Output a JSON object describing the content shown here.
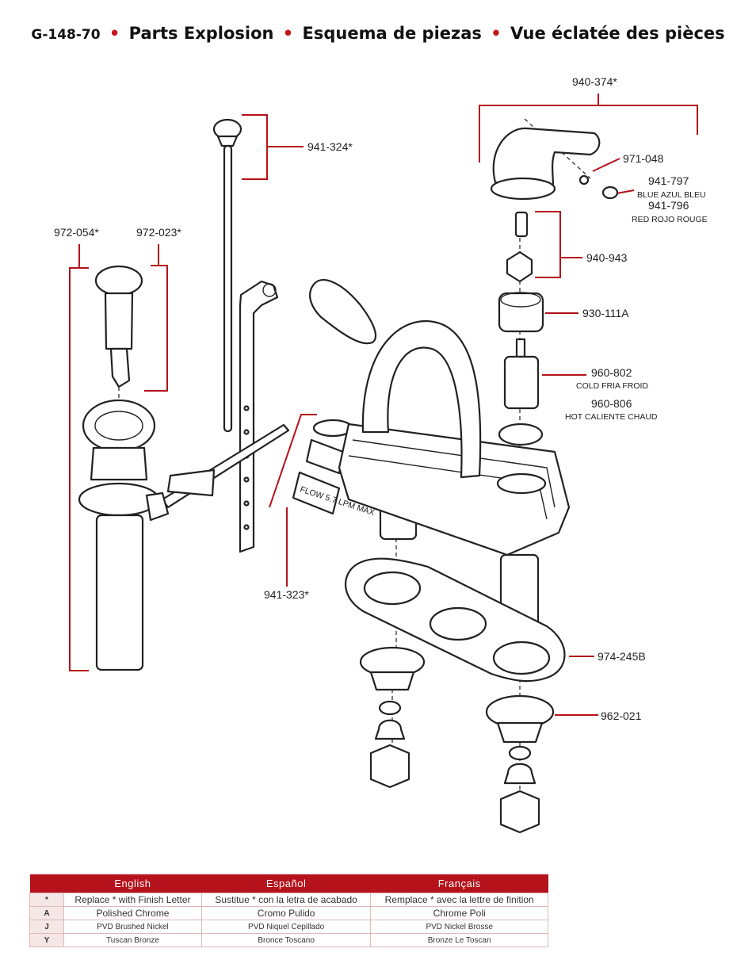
{
  "title": {
    "model": "G-148-70",
    "en": "Parts Explosion",
    "es": "Esquema de piezas",
    "fr": "Vue éclatée des pièces",
    "separator": "•"
  },
  "parts": {
    "p940_374": "940-374*",
    "p941_324": "941-324*",
    "p971_048": "971-048",
    "p941_797": "941-797",
    "p941_797_sub": "BLUE AZUL BLEU",
    "p941_796": "941-796",
    "p941_796_sub": "RED ROJO ROUGE",
    "p972_054": "972-054*",
    "p972_023": "972-023*",
    "p940_943": "940-943",
    "p930_111A": "930-111A",
    "p960_802": "960-802",
    "p960_802_sub": "COLD FRIA FROID",
    "p960_806": "960-806",
    "p960_806_sub": "HOT CALIENTE CHAUD",
    "p941_323": "941-323*",
    "p974_245B": "974-245B",
    "p962_021": "962-021",
    "aerator_text": "FLOW 5.7 LPM MAX"
  },
  "finish_table": {
    "headers": [
      "English",
      "Español",
      "Français"
    ],
    "rows": [
      {
        "code": "*",
        "en": "Replace * with Finish Letter",
        "es": "Sustitue * con la letra de acabado",
        "fr": "Remplace * avec la lettre de finition"
      },
      {
        "code": "A",
        "en": "Polished Chrome",
        "es": "Cromo Pulido",
        "fr": "Chrome Poli"
      },
      {
        "code": "J",
        "en": "PVD Brushed Nickel",
        "es": "PVD Niquel Cepillado",
        "fr": "PVD Nickel Brosse"
      },
      {
        "code": "Y",
        "en": "Tuscan Bronze",
        "es": "Bronce Toscano",
        "fr": "Bronze Le Toscan"
      }
    ]
  },
  "colors": {
    "accent": "#b5121b",
    "line": "#222222",
    "table_border": "#e0b8b8"
  }
}
